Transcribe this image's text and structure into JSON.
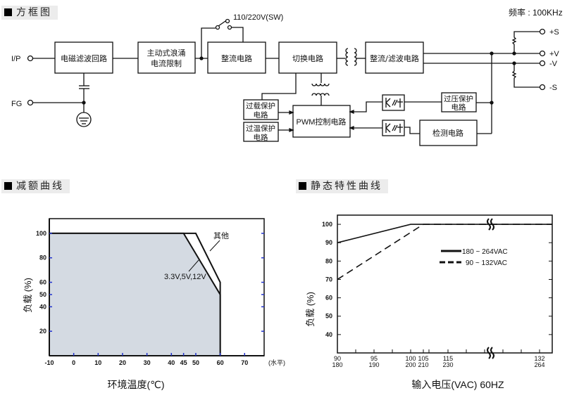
{
  "sections": {
    "block_diagram": "方框图",
    "derating_curve": "减额曲线",
    "static_curve": "静态特性曲线"
  },
  "block_diagram": {
    "frequency_label": "频率 : 100KHz",
    "switch_label": "110/220V(SW)",
    "terminals": {
      "input": "I/P",
      "ground": "FG",
      "plus_s": "+S",
      "plus_v": "+V",
      "minus_v": "-V",
      "minus_s": "-S"
    },
    "blocks": {
      "emi_filter": "电磁滤波回路",
      "inrush_line1": "主动式浪涌",
      "inrush_line2": "电流限制",
      "rectifier": "整流电路",
      "switching": "切换电路",
      "rect_filter": "整流/滤波电路",
      "overload_line1": "过载保护",
      "overload_line2": "电路",
      "overtemp_line1": "过温保护",
      "overtemp_line2": "电路",
      "pwm": "PWM控制电路",
      "overvoltage_line1": "过压保护",
      "overvoltage_line2": "电路",
      "detection": "检测电路"
    }
  },
  "chart_data": [
    {
      "type": "area",
      "title": "减额曲线",
      "xlabel": "环境温度(℃)",
      "x_unit_note": "(水平)",
      "ylabel": "负载 (%)",
      "xlim": [
        -10,
        78
      ],
      "ylim": [
        0,
        112
      ],
      "x_ticks": [
        -10,
        0,
        10,
        20,
        30,
        40,
        45,
        50,
        60,
        70
      ],
      "y_ticks": [
        20,
        40,
        50,
        60,
        80,
        100
      ],
      "series": [
        {
          "name": "3.3V,5V,12V",
          "points": [
            [
              -10,
              100
            ],
            [
              45,
              100
            ],
            [
              60,
              50
            ],
            [
              60,
              0
            ]
          ],
          "filled": true,
          "fill": "#d4dae2"
        },
        {
          "name": "其他",
          "points": [
            [
              -10,
              100
            ],
            [
              50,
              100
            ],
            [
              60,
              60
            ],
            [
              60,
              0
            ]
          ],
          "filled": false
        }
      ],
      "annotations": [
        "3.3V,5V,12V",
        "其他"
      ],
      "grid": false
    },
    {
      "type": "line",
      "title": "静态特性曲线",
      "xlabel": "输入电压(VAC) 60HZ",
      "ylabel": "负载 (%)",
      "ylim": [
        30,
        105
      ],
      "x_ticks_top": [
        "90",
        "95",
        "100",
        "105",
        "115",
        "132"
      ],
      "x_ticks_bottom": [
        "180",
        "190",
        "200",
        "210",
        "230",
        "264"
      ],
      "y_ticks": [
        40,
        50,
        60,
        70,
        80,
        90,
        100
      ],
      "axis_break": true,
      "series": [
        {
          "name": "180 ~ 264VAC",
          "style": "solid",
          "points": [
            [
              90,
              90
            ],
            [
              100,
              100
            ],
            [
              132,
              100
            ]
          ]
        },
        {
          "name": "90 ~ 132VAC",
          "style": "dashed",
          "points": [
            [
              90,
              70
            ],
            [
              105,
              100
            ],
            [
              132,
              100
            ]
          ]
        }
      ],
      "legend": "top-right",
      "grid": false
    }
  ]
}
